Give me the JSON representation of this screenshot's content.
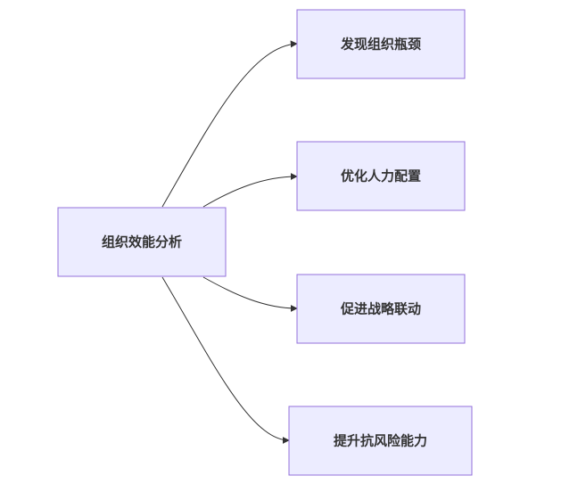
{
  "diagram": {
    "root": {
      "label": "组织效能分析"
    },
    "children": [
      {
        "label": "发现组织瓶颈"
      },
      {
        "label": "优化人力配置"
      },
      {
        "label": "促进战略联动"
      },
      {
        "label": "提升抗风险能力"
      }
    ]
  },
  "colors": {
    "node_fill": "#ececff",
    "node_border": "#9370db",
    "edge": "#333333",
    "text": "#333333"
  }
}
